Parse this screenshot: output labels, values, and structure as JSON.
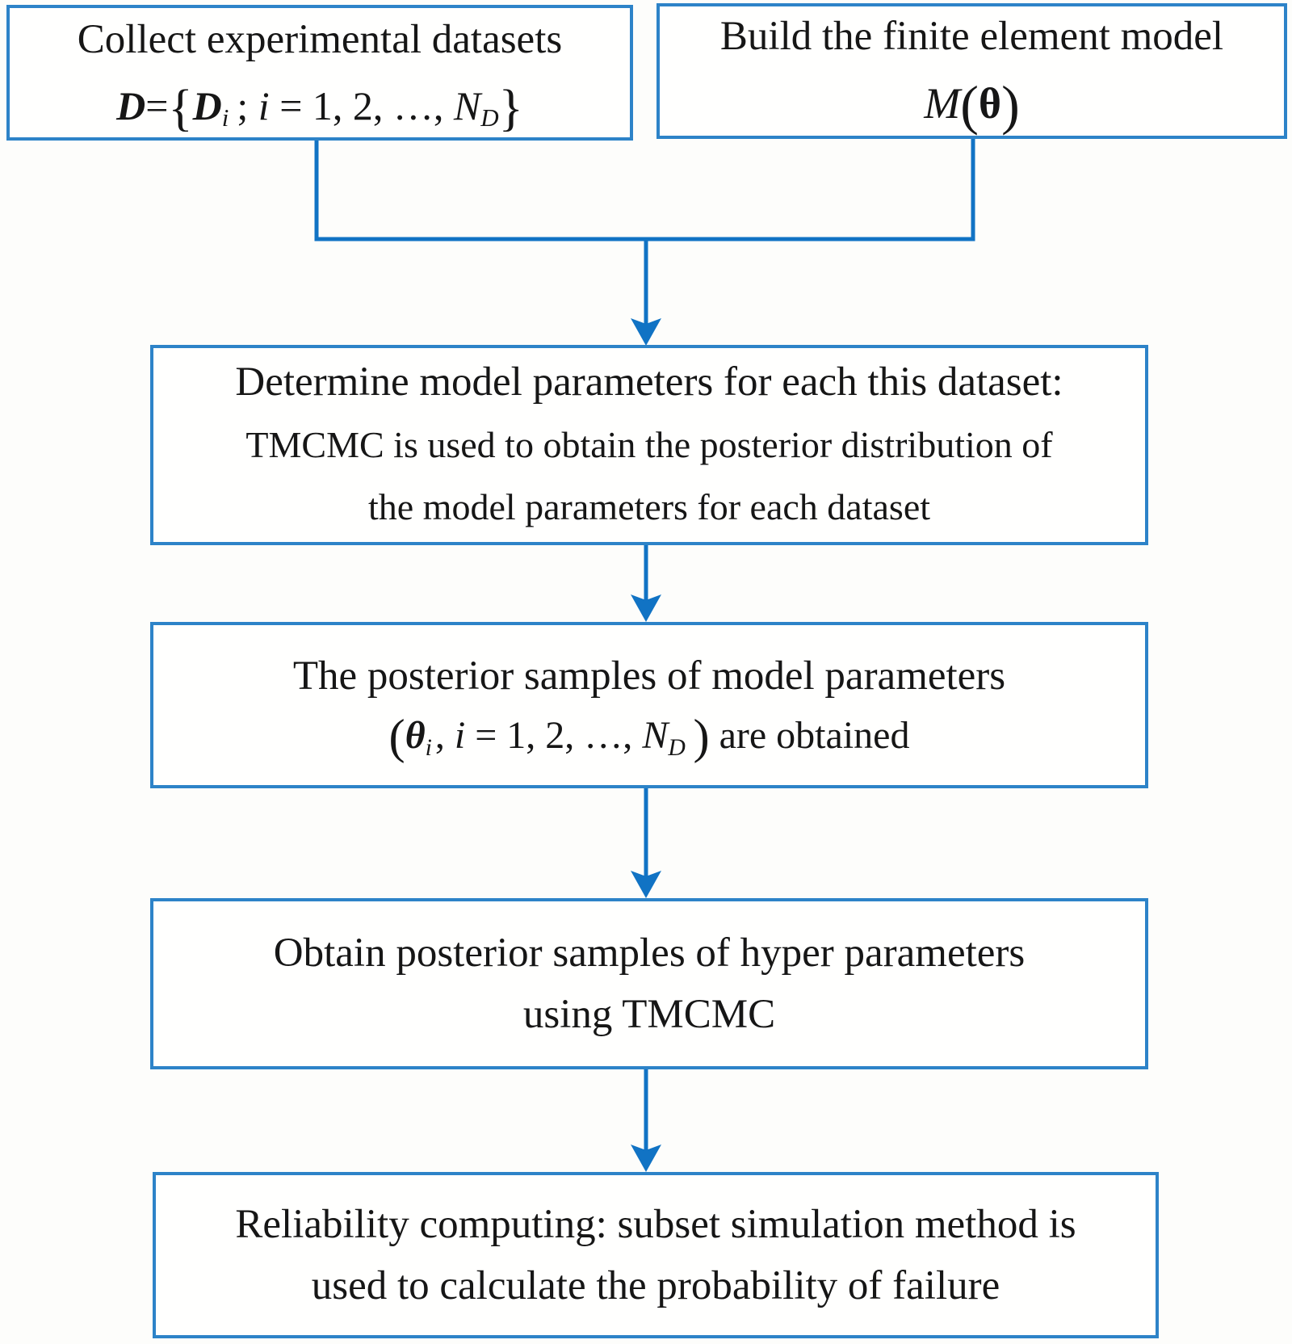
{
  "colors": {
    "border_blue": "#2d83c8",
    "line_blue": "#1173c4",
    "text_black": "#161616",
    "page_background": "#fdfdfb"
  },
  "flowchart": {
    "collect_box": {
      "line1": "Collect experimental datasets",
      "formula_html": "<b><i>D</i></b>=<span class=\"paren\">{</span><b><i>D</i></b><sub><i>i</i></sub>&#8201;; <i>i</i> = 1, 2, &#8230;, <i>N</i><sub><i>D</i></sub><span class=\"paren\">}</span>"
    },
    "fem_box": {
      "line1": "Build the finite element model",
      "formula_html": "<i>M</i><span class=\"paren\">(</span><b>&#952;</b><span class=\"paren\">)</span>"
    },
    "determine_box": {
      "line1": "Determine model parameters for each this dataset:",
      "line2": "TMCMC is used to obtain the posterior distribution of",
      "line3": "the model parameters for each dataset"
    },
    "samples_box": {
      "line1": "The posterior samples of model parameters",
      "formula_html": "<span class=\"paren\">(</span><b><i>&#952;</i></b><sub><i>i</i></sub>&#8202;, <i>i</i> = 1, 2, &#8230;, <i>N</i><sub><i>D</i></sub>&#8201;<span class=\"paren\">)</span> are obtained"
    },
    "hyper_box": {
      "line1": "Obtain posterior samples of hyper parameters",
      "line2": "using TMCMC"
    },
    "reliability_box": {
      "line1": "Reliability computing: subset simulation method is",
      "line2": "used to calculate the probability of failure"
    }
  }
}
